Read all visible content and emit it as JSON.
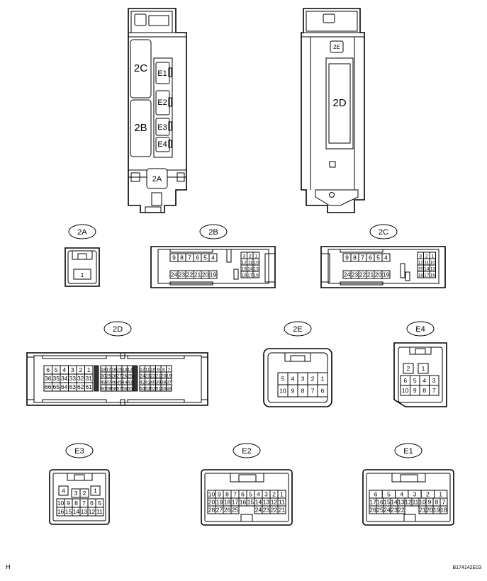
{
  "block_labels": {
    "c2": "2C",
    "b2": "2B",
    "a2": "2A",
    "d2": "2D",
    "e2": "2E",
    "e1": "E1",
    "e2f": "E2",
    "e3": "E3",
    "e4": "E4"
  },
  "connectors": {
    "c2A": {
      "tag": "2A",
      "pins": [
        "1"
      ]
    },
    "c2B": {
      "tag": "2B",
      "top": [
        "9",
        "8",
        "7",
        "6",
        "5",
        "4"
      ],
      "bottom": [
        "24",
        "23",
        "22",
        "21",
        "20",
        "19"
      ],
      "right": [
        [
          "3",
          "2",
          "1"
        ],
        [
          "12",
          "11",
          "10"
        ],
        [
          "15",
          "14",
          "13"
        ],
        [
          "18",
          "17",
          "16"
        ]
      ]
    },
    "c2C": {
      "tag": "2C",
      "top": [
        "9",
        "8",
        "7",
        "6",
        "5",
        "4"
      ],
      "bottom": [
        "24",
        "23",
        "22",
        "21",
        "20",
        "19"
      ],
      "right": [
        [
          "3",
          "2",
          "1"
        ],
        [
          "12",
          "11",
          "10"
        ],
        [
          "15",
          "14",
          "13"
        ],
        [
          "18",
          "17",
          "16"
        ]
      ]
    },
    "c2D": {
      "tag": "2D",
      "left": [
        [
          "6",
          "5",
          "4",
          "3",
          "2",
          "1"
        ],
        [
          "36",
          "35",
          "34",
          "33",
          "32",
          "31"
        ],
        [
          "66",
          "65",
          "64",
          "63",
          "62",
          "61"
        ]
      ],
      "mid": [
        [
          "18",
          "17",
          "16",
          "15",
          "14",
          "13"
        ],
        [
          "30",
          "29",
          "28",
          "27",
          "26",
          "25"
        ],
        [
          "48",
          "47",
          "46",
          "45",
          "44",
          "43"
        ],
        [
          "60",
          "59",
          "58",
          "57",
          "56",
          "55"
        ]
      ],
      "right": [
        [
          "12",
          "11",
          "10",
          "9",
          "8",
          "7"
        ],
        [
          "24",
          "23",
          "22",
          "21",
          "20",
          "19"
        ],
        [
          "42",
          "41",
          "40",
          "39",
          "38",
          "37"
        ],
        [
          "54",
          "53",
          "52",
          "51",
          "50",
          "49"
        ]
      ]
    },
    "c2E": {
      "tag": "2E",
      "rows": [
        [
          "5",
          "4",
          "3",
          "2",
          "1"
        ],
        [
          "10",
          "9",
          "8",
          "7",
          "6"
        ]
      ]
    },
    "cE4": {
      "tag": "E4",
      "top": [
        "2",
        "1"
      ],
      "rows": [
        [
          "6",
          "5",
          "4",
          "3"
        ],
        [
          "10",
          "9",
          "8",
          "7"
        ]
      ]
    },
    "cE3": {
      "tag": "E3",
      "top": [
        "4",
        "3",
        "2",
        "1"
      ],
      "rows": [
        [
          "10",
          "9",
          "8",
          "7",
          "6",
          "5"
        ],
        [
          "16",
          "15",
          "14",
          "13",
          "12",
          "11"
        ]
      ]
    },
    "cE2": {
      "tag": "E2",
      "rows": [
        [
          "10",
          "9",
          "8",
          "7",
          "6",
          "5",
          "4",
          "3",
          "2",
          "1"
        ],
        [
          "20",
          "19",
          "18",
          "17",
          "16",
          "15",
          "14",
          "13",
          "12",
          "11"
        ]
      ],
      "bottom_left": [
        "28",
        "27",
        "26",
        "25"
      ],
      "bottom_right": [
        "24",
        "23",
        "22",
        "21"
      ]
    },
    "cE1": {
      "tag": "E1",
      "top": [
        "6",
        "5",
        "4",
        "3",
        "2",
        "1"
      ],
      "rows": [
        [
          "17",
          "16",
          "15",
          "14",
          "13",
          "12",
          "11",
          "10",
          "9",
          "8",
          "7"
        ]
      ],
      "bottom_left": [
        "26",
        "25",
        "24",
        "23",
        "22"
      ],
      "bottom_right": [
        "21",
        "20",
        "19",
        "18"
      ]
    }
  },
  "footer": {
    "left": "H",
    "right": "B174142E03"
  }
}
